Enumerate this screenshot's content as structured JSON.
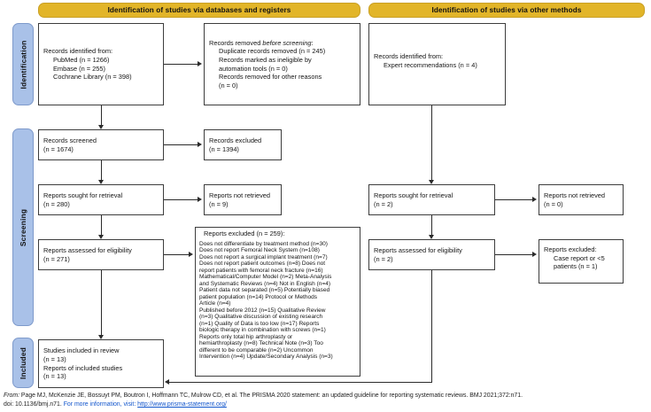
{
  "banners": {
    "databases": "Identification of studies via databases and registers",
    "other": "Identification of studies via other methods"
  },
  "phases": {
    "identification": "Identification",
    "screening": "Screening",
    "included": "Included"
  },
  "left_column": {
    "records_identified": {
      "title": "Records identified from:",
      "sources": [
        "PubMed (n = 1266)",
        "Embase (n = 255)",
        "Cochrane Library (n = 398)"
      ]
    },
    "records_removed": {
      "title_plain": "Records removed ",
      "title_italic": "before screening",
      "title_end": ":",
      "lines": [
        "Duplicate records removed (n = 245)",
        "Records marked as ineligible by",
        "automation tools (n = 0)",
        "Records removed for other reasons",
        "(n = 0)"
      ]
    },
    "records_screened": {
      "label": "Records screened",
      "count": "(n = 1674)"
    },
    "records_excluded": {
      "label": "Records excluded",
      "count": "(n = 1394)"
    },
    "reports_sought": {
      "label": "Reports sought for retrieval",
      "count": "(n = 280)"
    },
    "reports_not_retrieved": {
      "label": "Reports not retrieved",
      "count": "(n = 9)"
    },
    "reports_assessed": {
      "label": "Reports assessed for eligibility",
      "count": "(n = 271)"
    },
    "reports_excluded": {
      "header": "Reports excluded (n = 259):",
      "reasons": [
        "Does not differentiate by treatment method (n=30)",
        "Does not report Femoral Neck System (n=108)",
        "Does not report a surgical implant treatment (n=7)",
        "Does not report patient outcomes (n=8) Does not",
        "report patients with femoral neck fracture (n=16)",
        "Mathematical/Computer Model (n=2) Meta-Analysis",
        "and Systematic Reviews (n=4) Not in English (n=4)",
        "Patient data not separated (n=5) Potentially biased",
        "patient population (n=14) Protocol or Methods",
        "Article (n=4)",
        "Published before 2012 (n=15) Qualitative Review",
        "(n=3) Qualitative discussion of existing research",
        "(n=1) Quality of Data is too low (n=17) Reports",
        "biologic therapy in combination with screws (n=1)",
        "Reports only total hip arthroplasty or",
        "hemiarthroplasty (n=8) Technical Note (n=3) Too",
        "different to be comparable (n=2) Uncommon",
        "Intervention (n=4) Update/Secondary Analysis (n=3)"
      ]
    },
    "studies_included": {
      "line1": "Studies included in review",
      "line2": "(n = 13)",
      "line3": "Reports of included studies",
      "line4": "(n = 13)"
    }
  },
  "right_column": {
    "records_identified_other": {
      "title": "Records identified from:",
      "sources": [
        "Expert recommendations (n = 4)"
      ]
    },
    "reports_sought": {
      "label": "Reports sought for retrieval",
      "count": "(n = 2)"
    },
    "reports_not_retrieved": {
      "label": "Reports not retrieved",
      "count": "(n = 0)"
    },
    "reports_assessed": {
      "label": "Reports assessed for eligibility",
      "count": "(n = 2)"
    },
    "reports_excluded": {
      "header": "Reports excluded:",
      "lines": [
        "Case report or <5",
        "patients (n = 1)"
      ]
    }
  },
  "footer": {
    "from_label": "From:",
    "citation": "Page MJ, McKenzie JE, Bossuyt PM, Boutron I, Hoffmann TC, Mulrow CD, et al. The PRISMA 2020 statement: an updated guideline for reporting systematic reviews. BMJ 2021;372:n71.",
    "doi": "doi: 10.1136/bmj.n71.",
    "more_info": "For more information, visit:",
    "link": "http://www.prisma-statement.org/"
  },
  "colors": {
    "banner_fill": "#e2b528",
    "phase_fill": "#a9c1e8",
    "box_border": "#3d3d3d",
    "link": "#1155cc"
  }
}
